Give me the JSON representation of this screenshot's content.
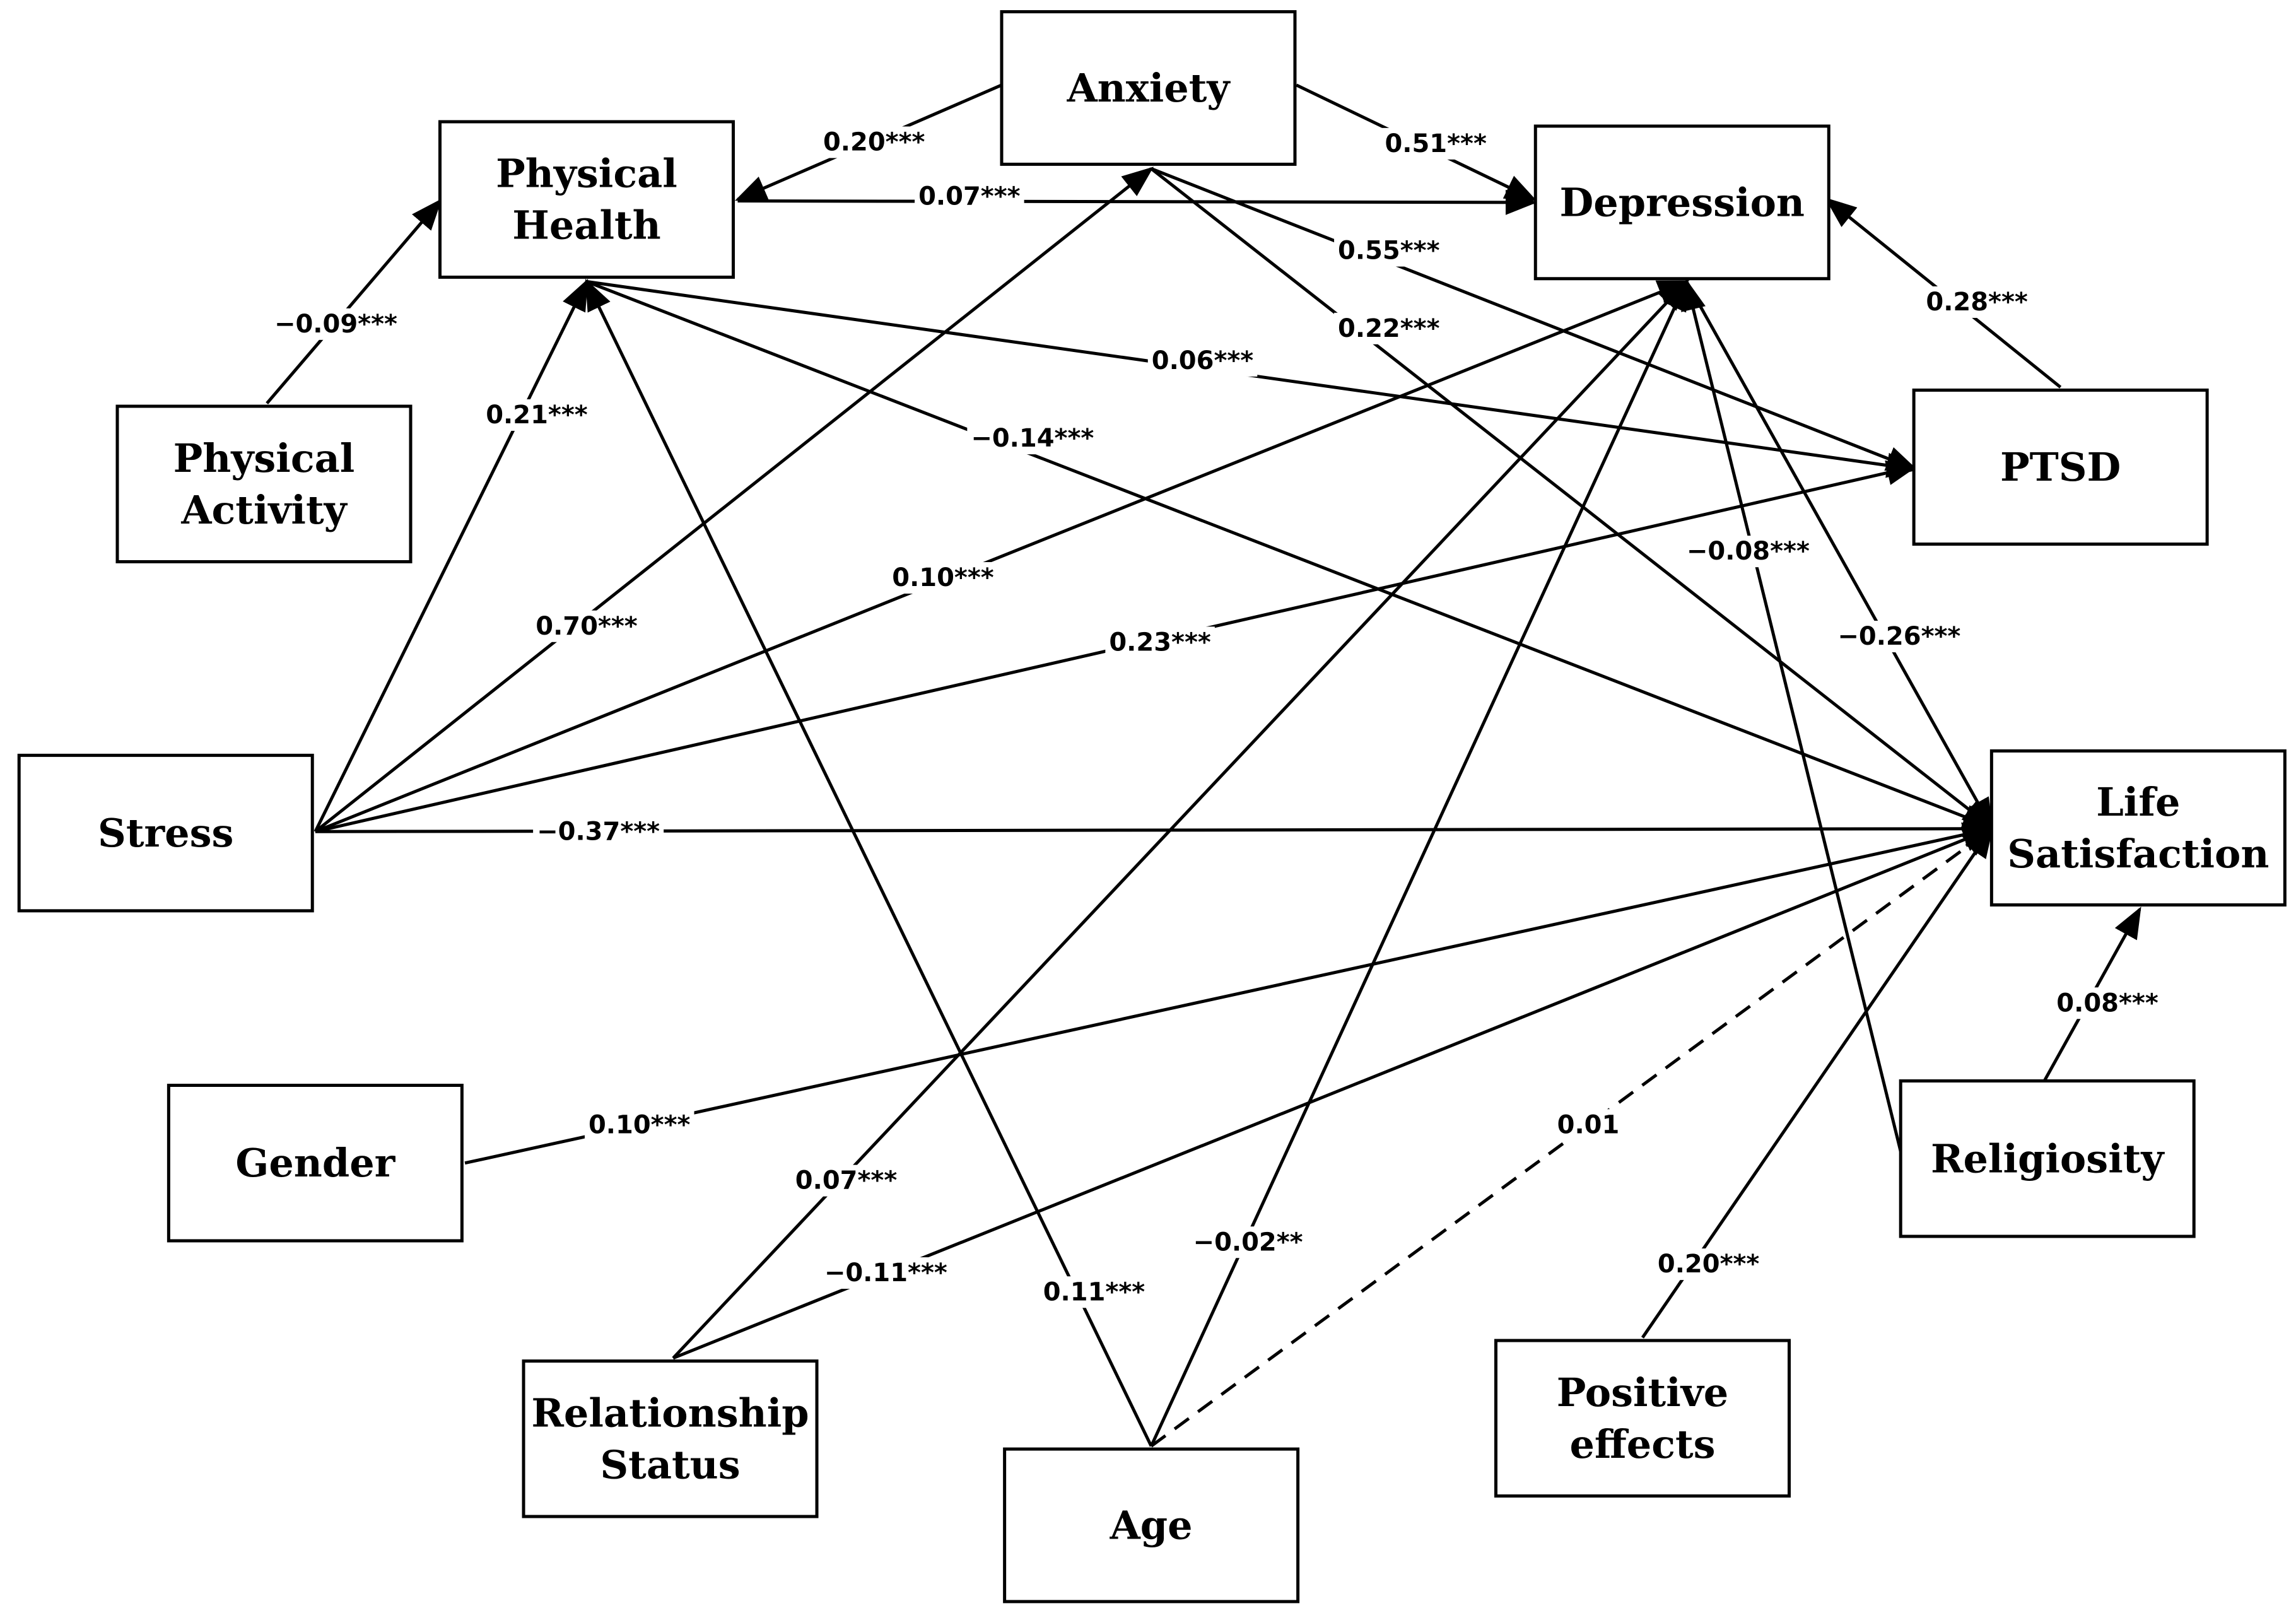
{
  "nodes": [
    {
      "id": "physical_health",
      "lines": [
        "Physical",
        "Health"
      ]
    },
    {
      "id": "anxiety",
      "lines": [
        "Anxiety"
      ]
    },
    {
      "id": "depression",
      "lines": [
        "Depression"
      ]
    },
    {
      "id": "physical_activity",
      "lines": [
        "Physical",
        "Activity"
      ]
    },
    {
      "id": "ptsd",
      "lines": [
        "PTSD"
      ]
    },
    {
      "id": "stress",
      "lines": [
        "Stress"
      ]
    },
    {
      "id": "life_satisfaction",
      "lines": [
        "Life",
        "Satisfaction"
      ]
    },
    {
      "id": "gender",
      "lines": [
        "Gender"
      ]
    },
    {
      "id": "religiosity",
      "lines": [
        "Religiosity"
      ]
    },
    {
      "id": "relationship_status",
      "lines": [
        "Relationship",
        "Status"
      ]
    },
    {
      "id": "positive_effects",
      "lines": [
        "Positive",
        "effects"
      ]
    },
    {
      "id": "age",
      "lines": [
        "Age"
      ]
    }
  ],
  "edges": [
    {
      "from": "physical_activity",
      "to": "physical_health",
      "label": "−0.09***",
      "dashed": false
    },
    {
      "from": "anxiety",
      "to": "physical_health",
      "label": "0.20***",
      "dashed": false
    },
    {
      "from": "anxiety",
      "to": "depression",
      "label": "0.51***",
      "dashed": false
    },
    {
      "from": "physical_health",
      "to": "depression",
      "label": "0.07***",
      "dashed": false
    },
    {
      "from": "anxiety",
      "to": "ptsd",
      "label": "0.55***",
      "dashed": false
    },
    {
      "from": "ptsd",
      "to": "depression",
      "label": "0.28***",
      "dashed": false
    },
    {
      "from": "anxiety",
      "to": "life_satisfaction",
      "label": "0.22***",
      "dashed": false
    },
    {
      "from": "physical_health",
      "to": "ptsd",
      "label": "0.06***",
      "dashed": false
    },
    {
      "from": "physical_health",
      "to": "life_satisfaction",
      "label": "−0.14***",
      "dashed": false
    },
    {
      "from": "stress",
      "to": "physical_health",
      "label": "0.21***",
      "dashed": false
    },
    {
      "from": "stress",
      "to": "anxiety",
      "label": "0.70***",
      "dashed": false
    },
    {
      "from": "stress",
      "to": "depression",
      "label": "0.10***",
      "dashed": false
    },
    {
      "from": "stress",
      "to": "ptsd",
      "label": "0.23***",
      "dashed": false
    },
    {
      "from": "stress",
      "to": "life_satisfaction",
      "label": "−0.37***",
      "dashed": false
    },
    {
      "from": "depression",
      "to": "life_satisfaction",
      "label": "−0.26***",
      "dashed": false
    },
    {
      "from": "religiosity",
      "to": "depression",
      "label": "−0.08***",
      "dashed": false
    },
    {
      "from": "religiosity",
      "to": "life_satisfaction",
      "label": "0.08***",
      "dashed": false
    },
    {
      "from": "gender",
      "to": "life_satisfaction",
      "label": "0.10***",
      "dashed": false
    },
    {
      "from": "relationship_status",
      "to": "depression",
      "label": "0.07***",
      "dashed": false
    },
    {
      "from": "relationship_status",
      "to": "life_satisfaction",
      "label": "−0.11***",
      "dashed": false
    },
    {
      "from": "age",
      "to": "physical_health",
      "label": "0.11***",
      "dashed": false
    },
    {
      "from": "age",
      "to": "depression",
      "label": "−0.02**",
      "dashed": false
    },
    {
      "from": "age",
      "to": "life_satisfaction",
      "label": "0.01",
      "dashed": true
    },
    {
      "from": "positive_effects",
      "to": "life_satisfaction",
      "label": "0.20***",
      "dashed": false
    }
  ]
}
